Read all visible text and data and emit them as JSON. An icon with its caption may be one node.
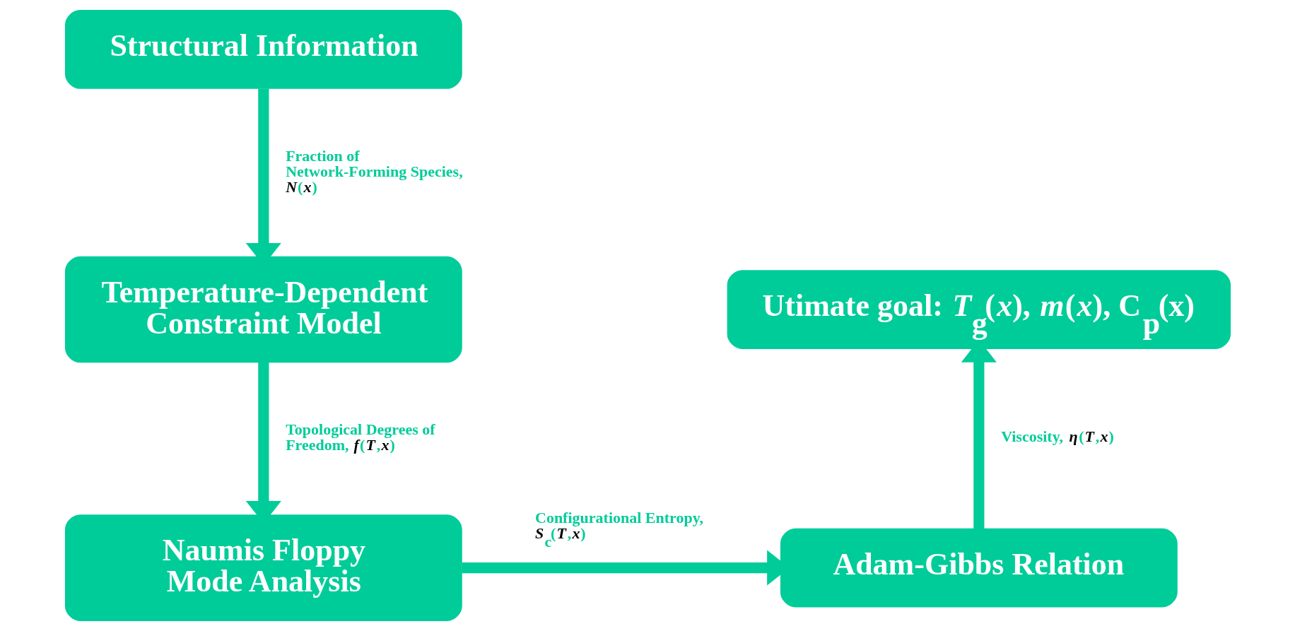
{
  "diagram": {
    "nodes": [
      {
        "text": [
          "Structural Information"
        ]
      },
      {
        "text": [
          "Temperature-Dependent Constraint Model"
        ]
      },
      {
        "text": [
          "Naumis Floppy Mode Analysis"
        ]
      },
      {
        "text": [
          "Adam-Gibbs Relation"
        ]
      },
      {
        "text": [
          "Utimate goal: *T*$_{g}$(*x*), *m*(*x*), C$_{p}$(x)"
        ]
      }
    ],
    "edges": [
      {
        "from": 0,
        "to": 1,
        "arrow": "to",
        "label": "Fraction of Network-Forming Species, *N*(*x*)"
      },
      {
        "from": 1,
        "to": 2,
        "arrow": "to",
        "label": "Topological Degrees of Freedom, *f*(*T*,*x*)"
      },
      {
        "from": 2,
        "to": 3,
        "arrow": "to",
        "label": "Configurational Entropy, *S*$_{c}$(*T*,*x*)"
      },
      {
        "from": 3,
        "to": 4,
        "arrow": "to",
        "label": "Viscosity, *η*(*T*,*x*)"
      }
    ]
  }
}
